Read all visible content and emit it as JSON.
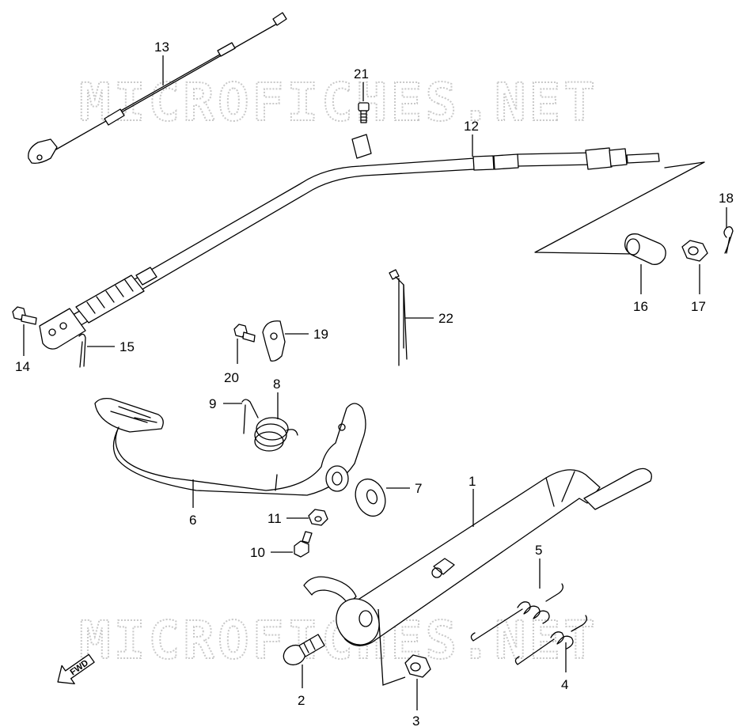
{
  "watermark": {
    "text": "MICROFICHES.NET"
  },
  "fwd_arrow": {
    "label": "FWD"
  },
  "callouts": {
    "p1": "1",
    "p2": "2",
    "p3": "3",
    "p4": "4",
    "p5": "5",
    "p6": "6",
    "p7": "7",
    "p8": "8",
    "p9": "9",
    "p10": "10",
    "p11": "11",
    "p12": "12",
    "p13": "13",
    "p14": "14",
    "p15": "15",
    "p16": "16",
    "p17": "17",
    "p18": "18",
    "p19": "19",
    "p20": "20",
    "p21": "21",
    "p22": "22"
  }
}
